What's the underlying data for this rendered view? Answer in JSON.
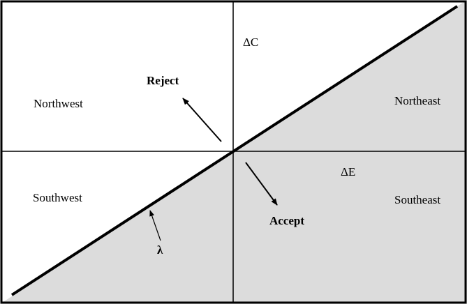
{
  "diagram": {
    "axes": {
      "vertical_label": "ΔC",
      "horizontal_label": "ΔE"
    },
    "quadrants": {
      "northwest": "Northwest",
      "northeast": "Northeast",
      "southwest": "Southwest",
      "southeast": "Southeast"
    },
    "regions": {
      "reject": "Reject",
      "accept": "Accept"
    },
    "threshold_label": "λ",
    "colors": {
      "shaded_region": "#dcdcdc",
      "line": "#000000",
      "background": "#ffffff"
    }
  }
}
